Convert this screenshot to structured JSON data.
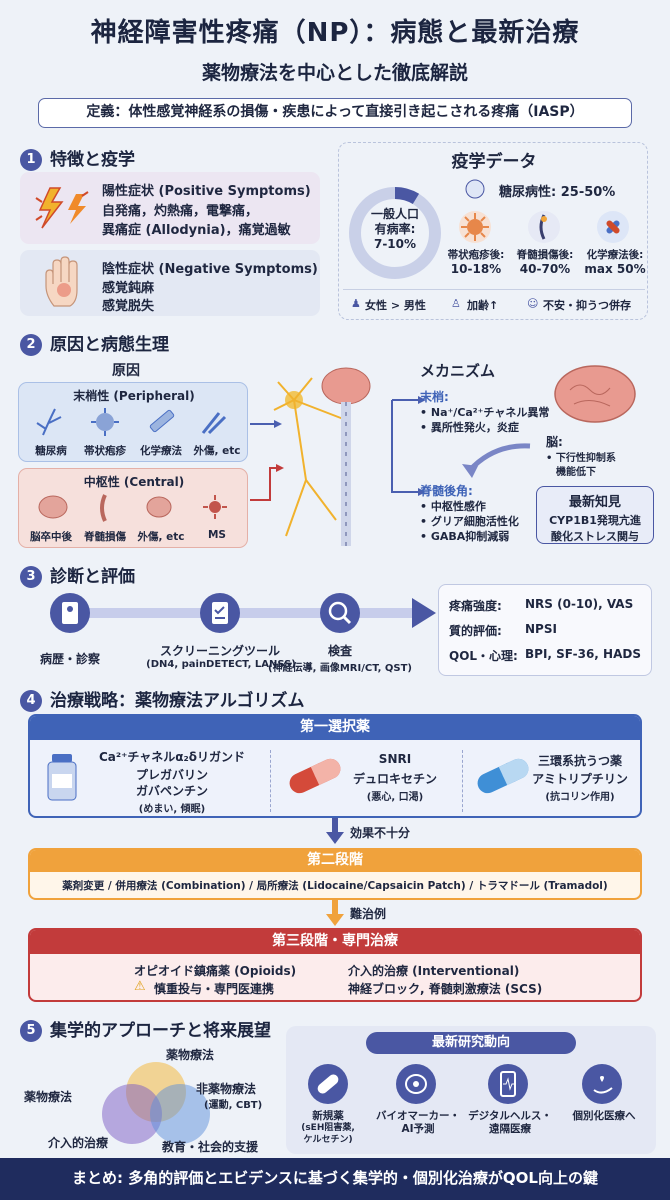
{
  "header": {
    "title": "神経障害性疼痛（NP）：病態と最新治療",
    "subtitle": "薬物療法を中心とした徹底解説",
    "definition": "定義：体性感覚神経系の損傷・疾患によって直接引き起こされる疼痛（IASP）"
  },
  "s1": {
    "num": "1",
    "title": "特徴と疫学",
    "positive": {
      "title": "陽性症状 (Positive Symptoms)",
      "l1": "自発痛，灼熱痛，電撃痛，",
      "l2": "異痛症 (Allodynia)，痛覚過敏"
    },
    "negative": {
      "title": "陰性症状 (Negative Symptoms)",
      "l1": "感覚鈍麻",
      "l2": "感覚脱失"
    },
    "epi": {
      "title": "疫学データ",
      "general1": "一般人口",
      "general2": "有病率:",
      "general3": "7-10%",
      "diabetes": "糖尿病性: 25-50%",
      "items": [
        {
          "label": "帯状疱疹後:",
          "value": "10-18%"
        },
        {
          "label": "脊髄損傷後:",
          "value": "40-70%"
        },
        {
          "label": "化学療法後:",
          "value": "max 50%"
        }
      ],
      "foot": [
        "女性 > 男性",
        "加齢↑",
        "不安・抑うつ併存"
      ]
    }
  },
  "s2": {
    "num": "2",
    "title": "原因と病態生理",
    "causes_title": "原因",
    "peripheral": {
      "title": "末梢性 (Peripheral)",
      "items": [
        "糖尿病",
        "帯状疱疹",
        "化学療法",
        "外傷, etc"
      ]
    },
    "central": {
      "title": "中枢性 (Central)",
      "items": [
        "脳卒中後",
        "脊髄損傷",
        "外傷, etc",
        "MS"
      ]
    },
    "mech": {
      "title": "メカニズム",
      "periph_title": "末梢:",
      "periph_l1": "• Na⁺/Ca²⁺チャネル異常",
      "periph_l2": "• 異所性発火，炎症",
      "brain_title": "脳:",
      "brain_l1": "• 下行性抑制系",
      "brain_l2": "機能低下",
      "dorsal_title": "脊髄後角:",
      "dorsal_items": [
        "• 中枢性感作",
        "• グリア細胞活性化",
        "• GABA抑制減弱"
      ],
      "latest_title": "最新知見",
      "latest_l1": "CYP1B1発現亢進",
      "latest_l2": "酸化ストレス関与"
    }
  },
  "s3": {
    "num": "3",
    "title": "診断と評価",
    "step1": "病歴・診察",
    "step2": "スクリーニングツール",
    "step2_sub": "(DN4, painDETECT, LANSS)",
    "step3": "検査",
    "step3_sub": "(神経伝導, 画像MRI/CT, QST)",
    "evals": [
      {
        "k": "疼痛強度:",
        "v": "NRS (0-10), VAS"
      },
      {
        "k": "質的評価:",
        "v": "NPSI"
      },
      {
        "k": "QOL・心理:",
        "v": "BPI, SF-36, HADS"
      }
    ]
  },
  "s4": {
    "num": "4",
    "title": "治療戦略：薬物療法アルゴリズム",
    "first": {
      "title": "第一選択薬",
      "d1": {
        "name": "Ca²⁺チャネルα₂δリガンド",
        "l2": "プレガバリン",
        "l3": "ガバペンチン",
        "l4": "(めまい, 傾眠)"
      },
      "d2": {
        "name": "SNRI",
        "l2": "デュロキセチン",
        "l3": "(悪心, 口渇)"
      },
      "d3": {
        "name": "三環系抗うつ薬",
        "l2": "アミトリプチリン",
        "l3": "(抗コリン作用)"
      }
    },
    "arrow1": "効果不十分",
    "second": {
      "title": "第二段階",
      "text": "薬剤変更 / 併用療法 (Combination) / 局所療法 (Lidocaine/Capsaicin Patch) / トラマドール (Tramadol)"
    },
    "arrow2": "難治例",
    "third": {
      "title": "第三段階・専門治療",
      "c1_l1": "オピオイド鎮痛薬 (Opioids)",
      "c1_l2": "慎重投与・専門医連携",
      "c2_l1": "介入的治療 (Interventional)",
      "c2_l2": "神経ブロック, 脊髄刺激療法 (SCS)"
    }
  },
  "s5": {
    "num": "5",
    "title": "集学的アプローチと将来展望",
    "venn": {
      "top": "薬物療法",
      "left": "薬物療法",
      "right": "非薬物療法",
      "right_sub": "(運動, CBT)",
      "bl": "介入的治療",
      "br": "教育・社会的支援"
    },
    "research": {
      "title": "最新研究動向",
      "items": [
        {
          "l1": "新規薬",
          "l2": "(sEH阻害薬,",
          "l3": "ケルセチン)"
        },
        {
          "l1": "バイオマーカー・",
          "l2": "AI予測",
          "l3": ""
        },
        {
          "l1": "デジタルヘルス・",
          "l2": "遠隔医療",
          "l3": ""
        },
        {
          "l1": "個別化医療へ",
          "l2": "",
          "l3": ""
        }
      ]
    }
  },
  "footer": "まとめ: 多角的評価とエビデンスに基づく集学的・個別化治療がQOL向上の鍵",
  "colors": {
    "navy": "#1f2c5e",
    "accent": "#4a57a3",
    "orange": "#f0a23c",
    "red": "#c23b3b",
    "blue": "#3f63b7"
  }
}
